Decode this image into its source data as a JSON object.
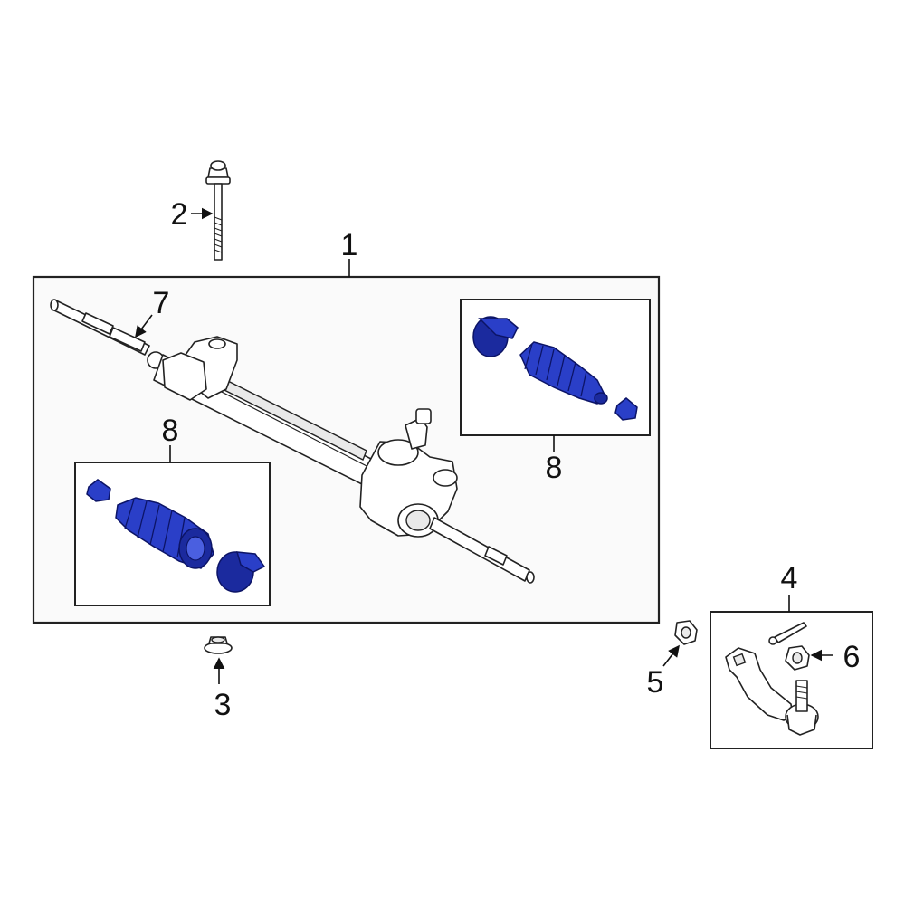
{
  "diagram": {
    "callouts": {
      "c1": "1",
      "c2": "2",
      "c3": "3",
      "c4": "4",
      "c5": "5",
      "c6": "6",
      "c7": "7",
      "c8_right": "8",
      "c8_left": "8"
    }
  },
  "colors": {
    "highlight": "#2a3fc8",
    "outline": "#222222",
    "background": "#ffffff"
  }
}
